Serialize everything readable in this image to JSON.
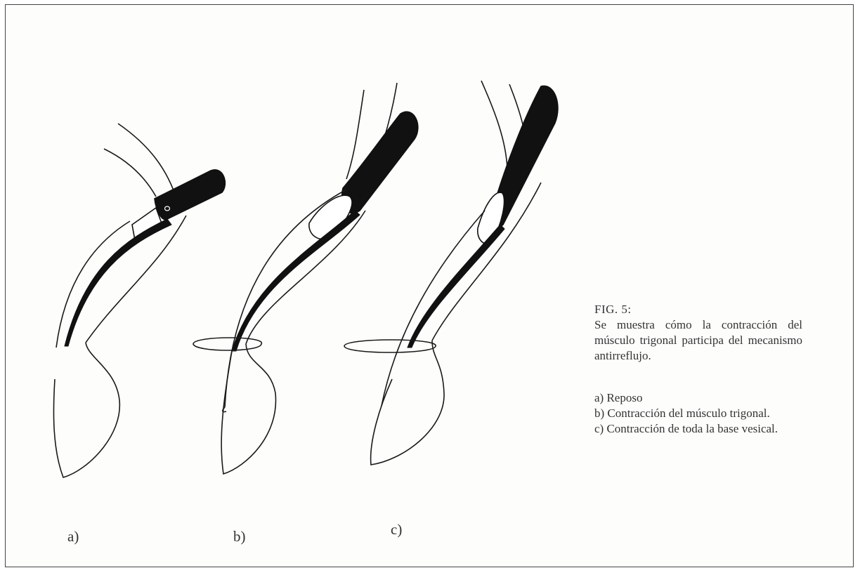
{
  "figure": {
    "panel_labels": [
      "a)",
      "b)",
      "c)"
    ],
    "caption_title": "FIG. 5:",
    "caption_text": "Se muestra cómo la contracción del músculo trigonal participa del mecanismo antirreflujo.",
    "legend": [
      "a) Reposo",
      "b) Contracción del músculo trigonal.",
      "c) Contracción de toda la base vesical."
    ]
  },
  "colors": {
    "ink": "#1a1a1a",
    "frame": "#444444"
  }
}
